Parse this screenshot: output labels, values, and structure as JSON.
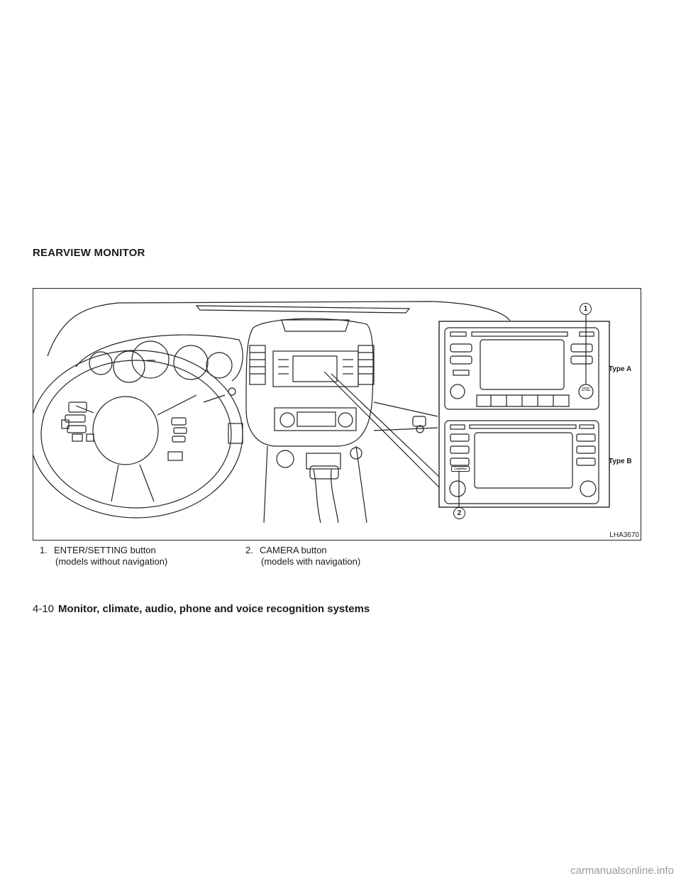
{
  "section_title": "REARVIEW MONITOR",
  "figure": {
    "code": "LHA3670",
    "type_a_label": "Type A",
    "type_b_label": "Type B",
    "callout_1": "1",
    "callout_2": "2",
    "enter_setting_text": "ENTER SETTING",
    "camera_text": "CAMERA"
  },
  "captions": [
    {
      "number": "1.",
      "line1": "ENTER/SETTING button",
      "line2": "(models without navigation)"
    },
    {
      "number": "2.",
      "line1": "CAMERA button",
      "line2": "(models with navigation)"
    }
  ],
  "footer": {
    "page": "4-10",
    "section": "Monitor, climate, audio, phone and voice recognition systems"
  },
  "watermark": "carmanualsonline.info"
}
